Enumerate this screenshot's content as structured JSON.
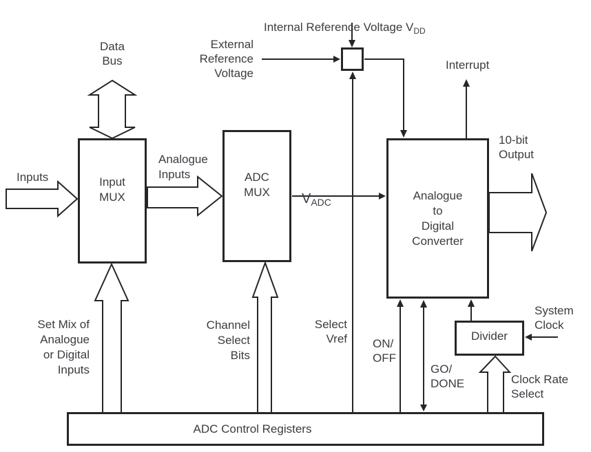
{
  "colors": {
    "background": "#ffffff",
    "line": "#26262a",
    "text": "#3a3c40"
  },
  "blocks": {
    "input_mux": {
      "label": "Input\nMUX"
    },
    "adc_mux": {
      "label": "ADC\nMUX"
    },
    "converter": {
      "label": "Analogue\nto\nDigital\nConverter"
    },
    "divider": {
      "label": "Divider"
    },
    "control_registers": {
      "label": "ADC Control Registers"
    }
  },
  "labels": {
    "internal_ref": {
      "text": "Internal Reference Voltage V",
      "sub": "DD"
    },
    "external_ref": "External\nReference\nVoltage",
    "data_bus": "Data\nBus",
    "inputs": "Inputs",
    "analogue_inputs": "Analogue\nInputs",
    "v_adc": {
      "base": "V",
      "sub": "ADC"
    },
    "interrupt": "Interrupt",
    "ten_bit_output": "10-bit\nOutput",
    "set_mix": "Set Mix of\nAnalogue\nor Digital\nInputs",
    "channel_select": "Channel\nSelect\nBits",
    "select_vref": "Select\nVref",
    "on_off": "ON/\nOFF",
    "go_done": "GO/\nDONE",
    "system_clock": "System\nClock",
    "clock_rate_select": "Clock Rate\nSelect"
  }
}
